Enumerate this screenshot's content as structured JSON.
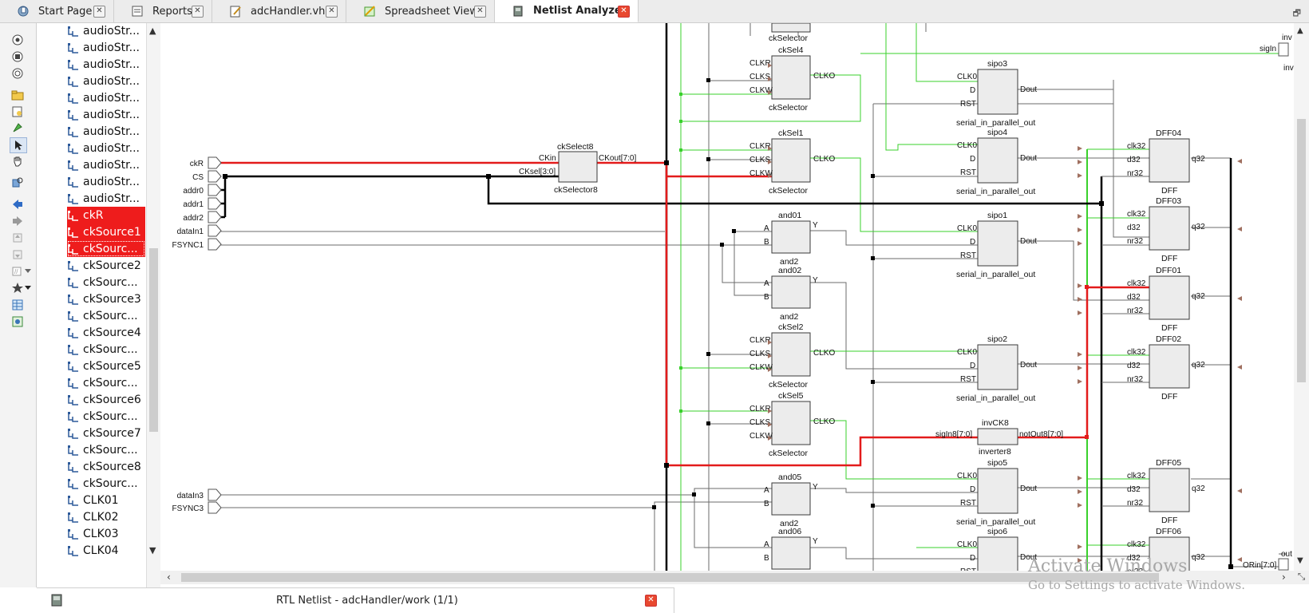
{
  "tabs": [
    {
      "label": "Start Page",
      "icon": "start-page-icon"
    },
    {
      "label": "Reports",
      "icon": "reports-icon"
    },
    {
      "label": "adcHandler.vhd",
      "icon": "vhdl-file-icon"
    },
    {
      "label": "Spreadsheet View",
      "icon": "spreadsheet-icon"
    },
    {
      "label": "Netlist Analyzer",
      "icon": "netlist-icon",
      "active": true
    }
  ],
  "tree": {
    "items": [
      {
        "label": "audioStr..."
      },
      {
        "label": "audioStr..."
      },
      {
        "label": "audioStr..."
      },
      {
        "label": "audioStr..."
      },
      {
        "label": "audioStr..."
      },
      {
        "label": "audioStr..."
      },
      {
        "label": "audioStr..."
      },
      {
        "label": "audioStr..."
      },
      {
        "label": "audioStr..."
      },
      {
        "label": "audioStr..."
      },
      {
        "label": "audioStr..."
      },
      {
        "label": "ckR",
        "selected": true
      },
      {
        "label": "ckSource1",
        "selected": true
      },
      {
        "label": "ckSourc...",
        "selected": true
      },
      {
        "label": "ckSource2"
      },
      {
        "label": "ckSourc..."
      },
      {
        "label": "ckSource3"
      },
      {
        "label": "ckSourc..."
      },
      {
        "label": "ckSource4"
      },
      {
        "label": "ckSourc..."
      },
      {
        "label": "ckSource5"
      },
      {
        "label": "ckSourc..."
      },
      {
        "label": "ckSource6"
      },
      {
        "label": "ckSourc..."
      },
      {
        "label": "ckSource7"
      },
      {
        "label": "ckSourc..."
      },
      {
        "label": "ckSource8"
      },
      {
        "label": "ckSourc..."
      },
      {
        "label": "CLK01"
      },
      {
        "label": "CLK02"
      },
      {
        "label": "CLK03"
      },
      {
        "label": "CLK04"
      }
    ]
  },
  "netlist": {
    "ports": [
      "ckR",
      "CS",
      "addr0",
      "addr1",
      "addr2",
      "dataIn1",
      "FSYNC1",
      "dataIn3",
      "FSYNC3"
    ],
    "right_ports": [
      "sigIn",
      "inv",
      "out",
      "ORin[7:0]"
    ],
    "ckSelect8": {
      "name": "ckSelect8",
      "type": "ckSelector8",
      "pin_in1": "CKin",
      "pin_in2": "CKsel[3:0]",
      "pin_out": "CKout[7:0]"
    },
    "ckSel4": {
      "name": "ckSel4",
      "type": "ckSelector"
    },
    "ckSel1": {
      "name": "ckSel1",
      "type": "ckSelector"
    },
    "ckSel2": {
      "name": "ckSel2",
      "type": "ckSelector"
    },
    "ckSel5": {
      "name": "ckSel5",
      "type": "ckSelector"
    },
    "top_cksel_type": "ckSelector",
    "cksel_pins": {
      "in1": "CLKR",
      "in2": "CLKS",
      "in3": "CLKW",
      "out": "CLKO"
    },
    "and01": {
      "name": "and01",
      "type": "and2"
    },
    "and02": {
      "name": "and02",
      "type": "and2"
    },
    "and05": {
      "name": "and05",
      "type": "and2"
    },
    "and06": {
      "name": "and06"
    },
    "and_pins": {
      "a": "A",
      "b": "B",
      "y": "Y"
    },
    "sipo3": {
      "name": "sipo3",
      "type": "serial_in_parallel_out"
    },
    "sipo4": {
      "name": "sipo4",
      "type": "serial_in_parallel_out"
    },
    "sipo1": {
      "name": "sipo1",
      "type": "serial_in_parallel_out"
    },
    "sipo2": {
      "name": "sipo2",
      "type": "serial_in_parallel_out"
    },
    "sipo5": {
      "name": "sipo5",
      "type": "serial_in_parallel_out"
    },
    "sipo6": {
      "name": "sipo6"
    },
    "sipo_pins": {
      "clk": "CLK0",
      "d": "D",
      "rst": "RST",
      "out": "Dout"
    },
    "invCK8": {
      "name": "invCK8",
      "type": "inverter8",
      "pin_in": "sigIn8[7:0]",
      "pin_out": "notOut8[7:0]"
    },
    "DFF04": {
      "name": "DFF04",
      "type": "DFF"
    },
    "DFF03": {
      "name": "DFF03",
      "type": "DFF"
    },
    "DFF01": {
      "name": "DFF01",
      "type": "DFF"
    },
    "DFF02": {
      "name": "DFF02",
      "type": "DFF"
    },
    "DFF05": {
      "name": "DFF05",
      "type": "DFF"
    },
    "DFF06": {
      "name": "DFF06"
    },
    "dff_pins": {
      "clk": "clk32",
      "d": "d32",
      "nr": "nr32",
      "q": "q32"
    }
  },
  "status": {
    "label": "RTL Netlist - adcHandler/work (1/1)"
  },
  "watermark": {
    "line1": "Activate Windows",
    "line2": "Go to Settings to activate Windows."
  },
  "colors": {
    "highlight": "#e31b1b",
    "net": "#6b6b6b",
    "green_net": "#39d12b",
    "bus": "#000000",
    "box": "#ececec"
  }
}
